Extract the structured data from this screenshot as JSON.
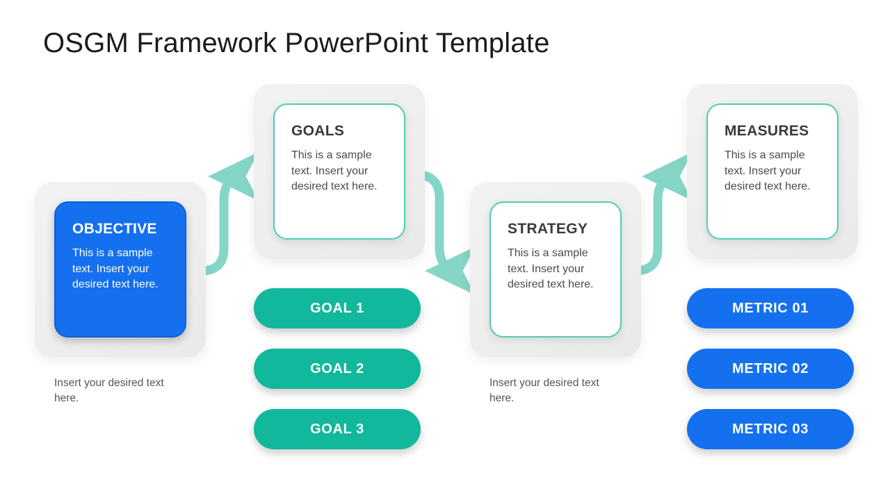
{
  "slide": {
    "title": "OSGM Framework PowerPoint Template",
    "background": "#ffffff"
  },
  "colors": {
    "blue": "#1570ef",
    "teal": "#11b89b",
    "teal_border": "#4ecdb4",
    "arrow": "#85d6c7",
    "panel_gray": "#efefef",
    "text_dark": "#3a3a3a",
    "text_body": "#4a4a4a"
  },
  "stages": [
    {
      "id": "objective",
      "title": "OBJECTIVE",
      "body": "This is a sample text. Insert your desired text here.",
      "style": "blue",
      "caption": "Insert your desired text here."
    },
    {
      "id": "goals",
      "title": "GOALS",
      "body": "This is a sample text. Insert your desired text here.",
      "style": "teal",
      "caption": ""
    },
    {
      "id": "strategy",
      "title": "STRATEGY",
      "body": "This is a sample text. Insert your desired text here.",
      "style": "teal",
      "caption": "Insert your desired text here."
    },
    {
      "id": "measures",
      "title": "MEASURES",
      "body": "This is a sample text. Insert your desired text here.",
      "style": "teal",
      "caption": ""
    }
  ],
  "goal_pills": [
    {
      "label": "GOAL 1"
    },
    {
      "label": "GOAL 2"
    },
    {
      "label": "GOAL 3"
    }
  ],
  "metric_pills": [
    {
      "label": "METRIC 01"
    },
    {
      "label": "METRIC 02"
    },
    {
      "label": "METRIC 03"
    }
  ],
  "connectors": [
    {
      "name": "objective-to-goals",
      "direction": "up-right"
    },
    {
      "name": "goals-to-strategy",
      "direction": "down-right"
    },
    {
      "name": "strategy-to-measures",
      "direction": "up-right"
    }
  ]
}
